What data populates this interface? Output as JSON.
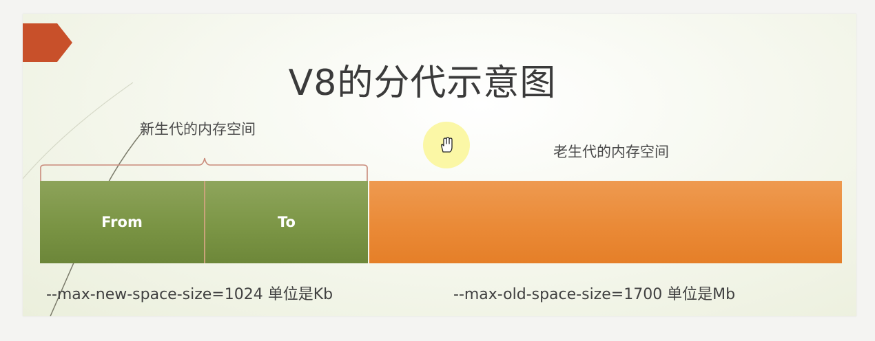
{
  "slide": {
    "title": "V8的分代示意图"
  },
  "diagram": {
    "new_space_label": "新生代的内存空间",
    "old_space_label": "老生代的内存空间",
    "from_label": "From",
    "to_label": "To",
    "new_space_param": "--max-new-space-size=1024 单位是Kb",
    "old_space_param": "--max-old-space-size=1700 单位是Mb"
  },
  "colors": {
    "accent": "#c8502a",
    "new_space": "#7a9444",
    "old_space": "#ea8a37",
    "brace": "#c98a7a",
    "cursor_highlight": "#faf696"
  },
  "icons": {
    "cursor": "hand-pointer-icon",
    "accent": "arrow-tab-icon"
  }
}
